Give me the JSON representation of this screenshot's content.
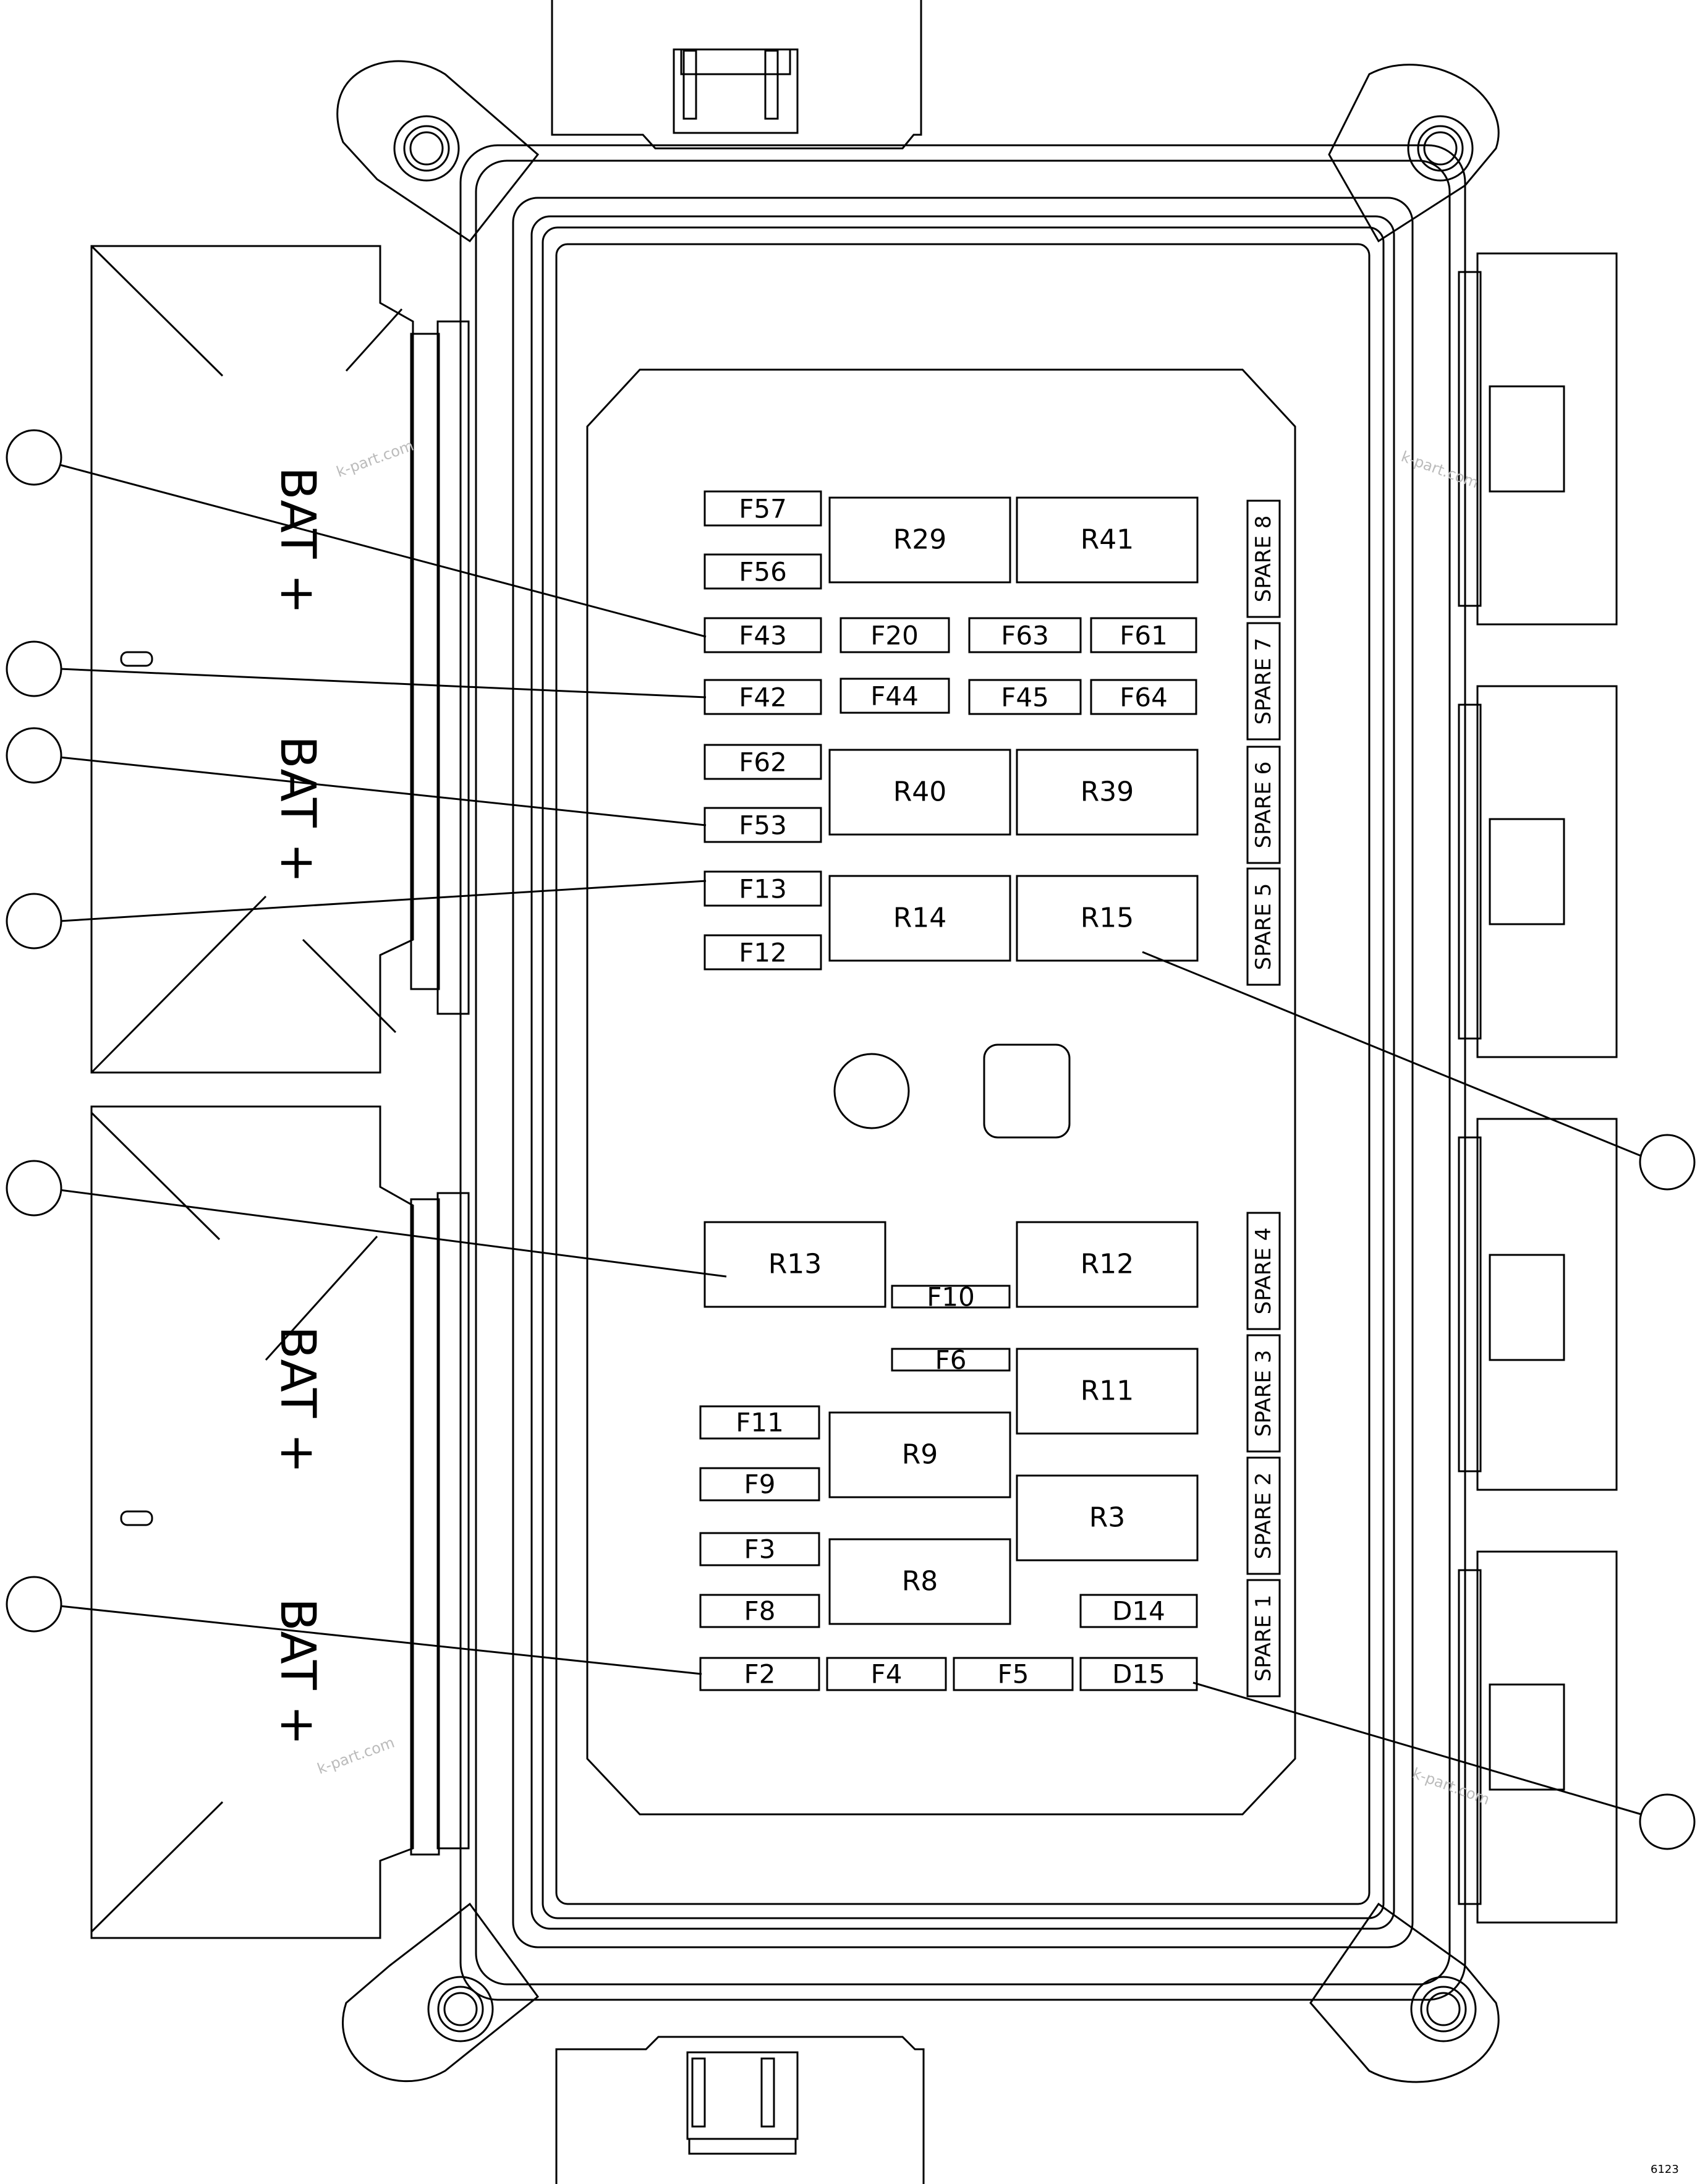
{
  "fuses": [
    {
      "id": "f57",
      "label": "F57"
    },
    {
      "id": "f56",
      "label": "F56"
    },
    {
      "id": "f43",
      "label": "F43"
    },
    {
      "id": "f20",
      "label": "F20"
    },
    {
      "id": "f63",
      "label": "F63"
    },
    {
      "id": "f61",
      "label": "F61"
    },
    {
      "id": "f42",
      "label": "F42"
    },
    {
      "id": "f44",
      "label": "F44"
    },
    {
      "id": "f45",
      "label": "F45"
    },
    {
      "id": "f64",
      "label": "F64"
    },
    {
      "id": "f62",
      "label": "F62"
    },
    {
      "id": "f53",
      "label": "F53"
    },
    {
      "id": "f13",
      "label": "F13"
    },
    {
      "id": "f12",
      "label": "F12"
    },
    {
      "id": "f10",
      "label": "F10"
    },
    {
      "id": "f6",
      "label": "F6"
    },
    {
      "id": "f11",
      "label": "F11"
    },
    {
      "id": "f9",
      "label": "F9"
    },
    {
      "id": "f3",
      "label": "F3"
    },
    {
      "id": "f8",
      "label": "F8"
    },
    {
      "id": "f2",
      "label": "F2"
    },
    {
      "id": "f4",
      "label": "F4"
    },
    {
      "id": "f5",
      "label": "F5"
    },
    {
      "id": "d14",
      "label": "D14"
    },
    {
      "id": "d15",
      "label": "D15"
    }
  ],
  "relays": [
    {
      "id": "r29",
      "label": "R29"
    },
    {
      "id": "r41",
      "label": "R41"
    },
    {
      "id": "r40",
      "label": "R40"
    },
    {
      "id": "r39",
      "label": "R39"
    },
    {
      "id": "r14",
      "label": "R14"
    },
    {
      "id": "r15",
      "label": "R15"
    },
    {
      "id": "r13",
      "label": "R13"
    },
    {
      "id": "r12",
      "label": "R12"
    },
    {
      "id": "r11",
      "label": "R11"
    },
    {
      "id": "r9",
      "label": "R9"
    },
    {
      "id": "r3",
      "label": "R3"
    },
    {
      "id": "r8",
      "label": "R8"
    }
  ],
  "spares": [
    {
      "id": "spare8",
      "label": "SPARE 8"
    },
    {
      "id": "spare7",
      "label": "SPARE 7"
    },
    {
      "id": "spare6",
      "label": "SPARE 6"
    },
    {
      "id": "spare5",
      "label": "SPARE 5"
    },
    {
      "id": "spare4",
      "label": "SPARE 4"
    },
    {
      "id": "spare3",
      "label": "SPARE 3"
    },
    {
      "id": "spare2",
      "label": "SPARE 2"
    },
    {
      "id": "spare1",
      "label": "SPARE 1"
    }
  ],
  "terminal_labels": [
    "BAT +",
    "BAT +",
    "BAT +",
    "BAT +"
  ],
  "watermark": "k-part.com",
  "corner_code": "6123"
}
